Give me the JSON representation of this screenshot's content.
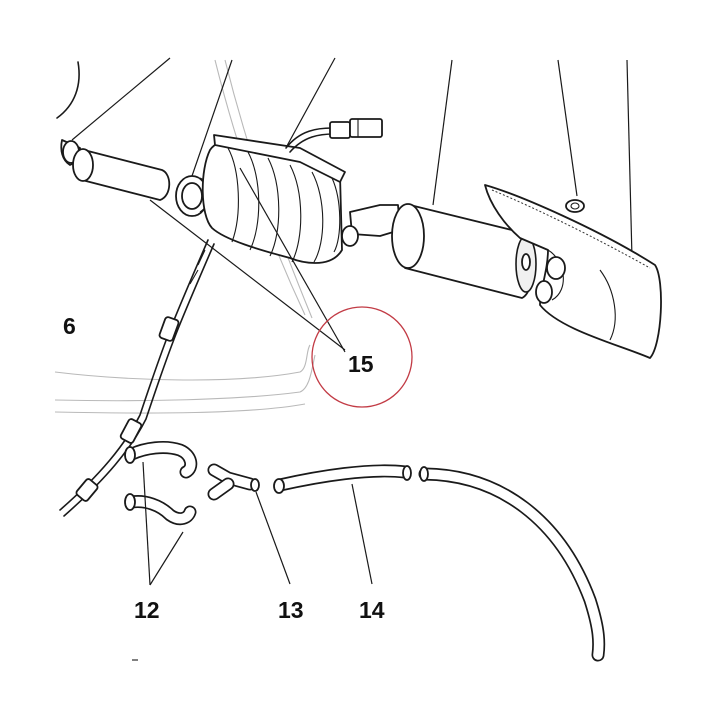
{
  "callouts": {
    "label_6": "6",
    "label_12": "12",
    "label_13": "13",
    "label_14": "14",
    "label_15": "15"
  },
  "colors": {
    "line": "#1a1a1a",
    "highlight_circle": "#c23b45",
    "background": "#ffffff"
  }
}
